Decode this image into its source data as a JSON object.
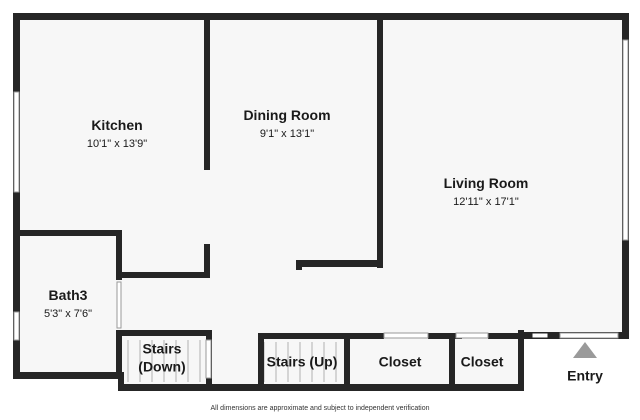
{
  "colors": {
    "wall": "#262626",
    "floor": "#f7f7f7",
    "background": "#ffffff",
    "window": "#ffffff",
    "stairs": "#c8c8c8",
    "entry_marker": "#9a9a9a"
  },
  "rooms": {
    "kitchen": {
      "name": "Kitchen",
      "dims": "10'1\" x 13'9\""
    },
    "dining_room": {
      "name": "Dining Room",
      "dims": "9'1\" x 13'1\""
    },
    "living_room": {
      "name": "Living Room",
      "dims": "12'11\" x 17'1\""
    },
    "bath3": {
      "name": "Bath3",
      "dims": "5'3\" x 7'6\""
    }
  },
  "labels": {
    "stairs_down_1": "Stairs",
    "stairs_down_2": "(Down)",
    "stairs_up": "Stairs (Up)",
    "closet_1": "Closet",
    "closet_2": "Closet",
    "entry": "Entry"
  },
  "entry_marker_icon": "triangle-up-icon",
  "disclaimer": "All dimensions are approximate and subject to independent verification"
}
